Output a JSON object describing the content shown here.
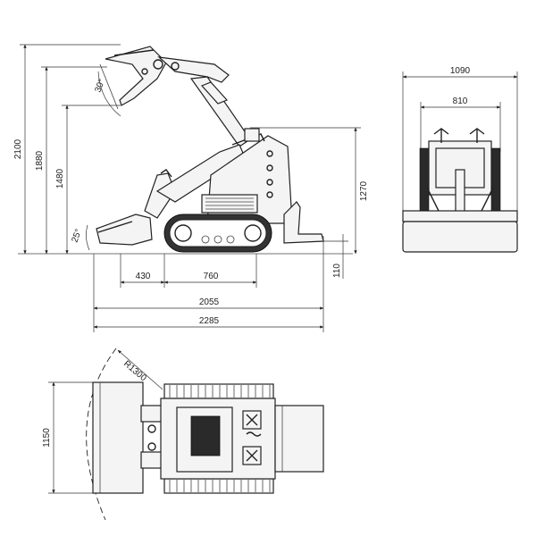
{
  "dimensions": {
    "total_height": "2100",
    "bucket_pin_height": "1880",
    "pin_height_lowered": "1480",
    "cab_height": "1270",
    "front_width": "1090",
    "track_gauge_inner": "810",
    "bucket_to_track": "430",
    "track_length": "760",
    "ground_clearance": "110",
    "body_length": "2055",
    "overall_length": "2285",
    "top_width": "1150",
    "swing_radius": "R1300"
  },
  "angles": {
    "dump_angle": "30°",
    "rollback_angle": "25°"
  }
}
